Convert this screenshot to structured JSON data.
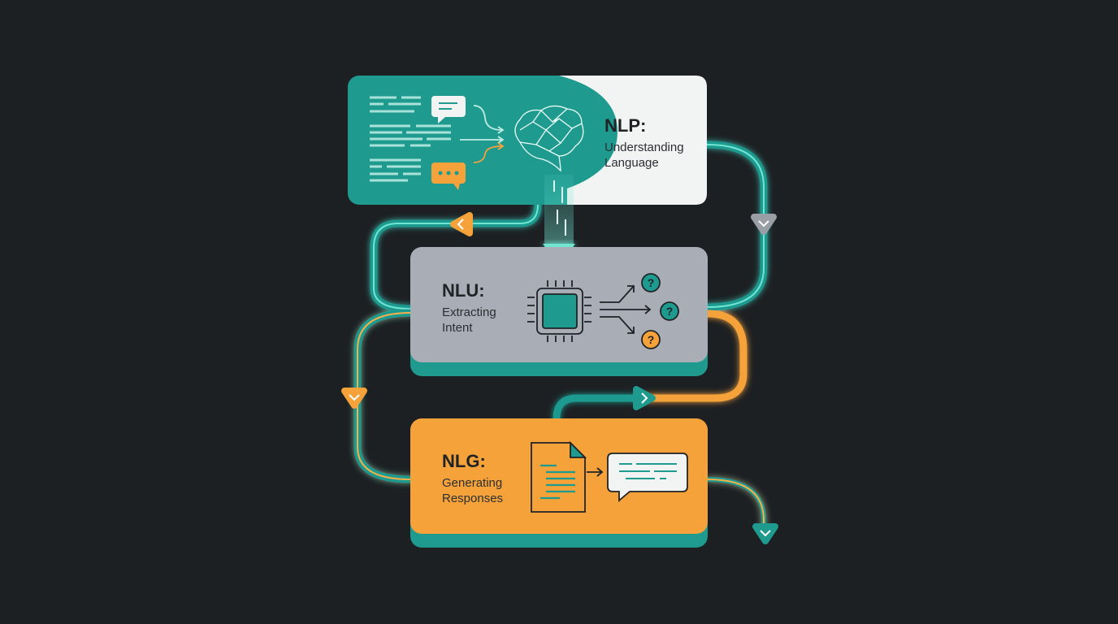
{
  "stages": [
    {
      "title": "NLP:",
      "subtitle_line1": "Understanding",
      "subtitle_line2": "Language"
    },
    {
      "title": "NLU:",
      "subtitle_line1": "Extracting",
      "subtitle_line2": "Intent"
    },
    {
      "title": "NLG:",
      "subtitle_line1": "Generating",
      "subtitle_line2": "Responses"
    }
  ],
  "icons": {
    "nlp": [
      "text-lines-icon",
      "chat-bubble-icon",
      "typing-bubble-icon",
      "brain-network-icon"
    ],
    "nlu": [
      "processor-chip-icon",
      "question-mark-icon"
    ],
    "nlg": [
      "document-icon",
      "chat-bubble-icon"
    ]
  },
  "colors": {
    "background": "#1d2023",
    "teal": "#1f9a8f",
    "orange": "#f6a23a",
    "gray": "#a9adb5",
    "glow": "#5fe0cc"
  }
}
